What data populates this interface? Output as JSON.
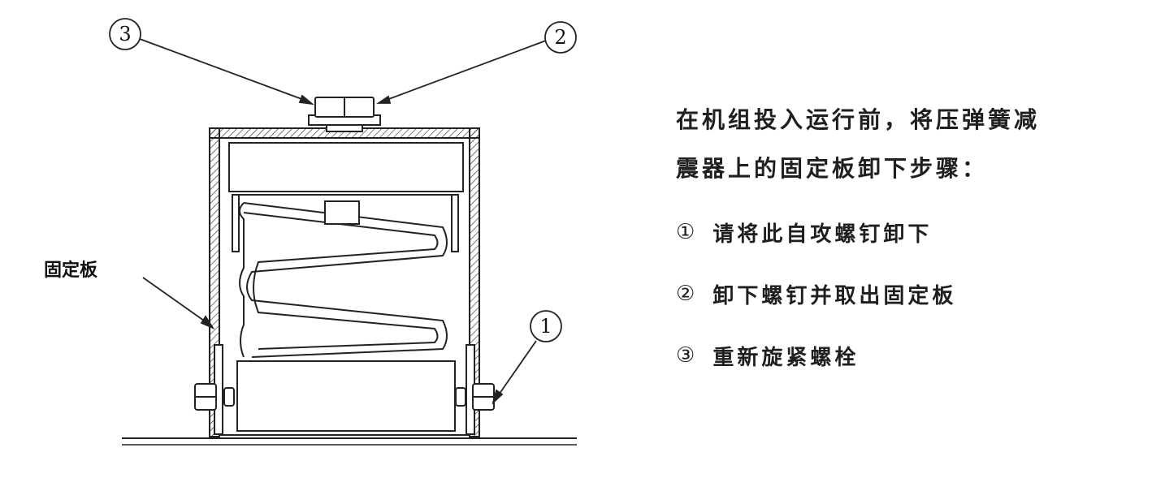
{
  "callouts": {
    "one": "①",
    "two": "②",
    "three": "③",
    "one_glyph": "1",
    "two_glyph": "2",
    "three_glyph": "3"
  },
  "plate_label": "固定板",
  "instructions": {
    "intro_line1": "在机组投入运行前，将压弹簧减",
    "intro_line2": "震器上的固定板卸下步骤：",
    "steps": [
      {
        "mark": "①",
        "text": "请将此自攻螺钉卸下"
      },
      {
        "mark": "②",
        "text": "卸下螺钉并取出固定板"
      },
      {
        "mark": "③",
        "text": "重新旋紧螺栓"
      }
    ]
  }
}
